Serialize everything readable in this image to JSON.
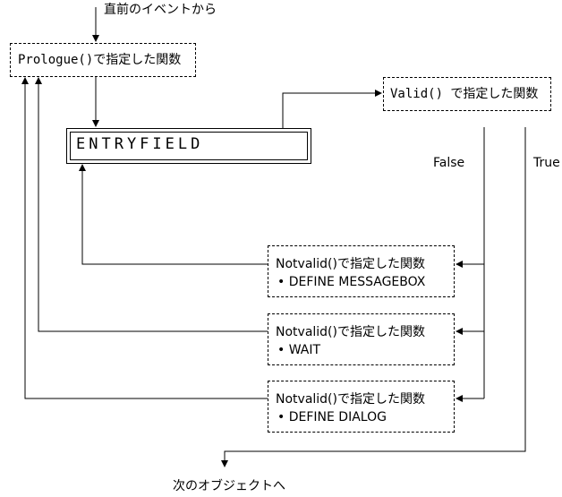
{
  "top_label": "直前のイベントから",
  "prologue_box": {
    "label": "Prologue()で指定した関数"
  },
  "valid_box": {
    "label": "Valid() で指定した関数"
  },
  "entryfield": {
    "label": "ENTRYFIELD"
  },
  "branch_labels": {
    "false_label": "False",
    "true_label": "True"
  },
  "notvalid_boxes": [
    {
      "title": "Notvalid()で指定した関数",
      "item": "• DEFINE MESSAGEBOX"
    },
    {
      "title": "Notvalid()で指定した関数",
      "item": "• WAIT"
    },
    {
      "title": "Notvalid()で指定した関数",
      "item": "• DEFINE DIALOG"
    }
  ],
  "bottom_label": "次のオブジェクトへ"
}
